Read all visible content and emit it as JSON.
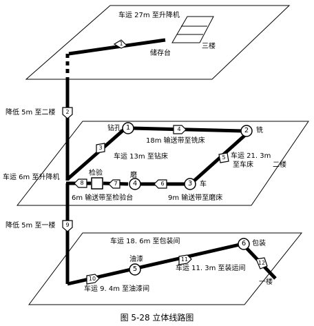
{
  "diagram": {
    "caption": "图 5-28  立体线路图",
    "floors": {
      "third": "三楼",
      "second": "二楼",
      "first": "一楼"
    },
    "labels": {
      "cart_27": "车运 27m 至升降机",
      "storage": "储存台",
      "lower_5_second": "降低 5m 至二楼",
      "drill_hole": "钻孔",
      "conveyor_18": "18m 输送带至铣床",
      "mill": "铣",
      "cart_13": "车运 13m 至钻床",
      "cart_21": "车运 21. 3m",
      "to_lathe": "至车床",
      "cart_6": "车运 6m 至升降机",
      "inspect": "检验",
      "grind": "磨",
      "lathe": "车",
      "conveyor_6": "6m 输送带至检验台",
      "conveyor_9": "9m 输送带至磨床",
      "lower_5_first": "降低 5m 至一楼",
      "cart_18": "车运 18. 6m 至包装间",
      "pack": "包装",
      "paint": "油漆",
      "cart_11": "车运 11. 3m 至装运间",
      "cart_9": "车运  9. 4m 至油漆间"
    },
    "operations": [
      "1",
      "2",
      "3",
      "4",
      "5",
      "6"
    ],
    "transports": [
      "1",
      "2",
      "3",
      "4",
      "5",
      "6",
      "7",
      "8",
      "9",
      "10",
      "11",
      "12"
    ]
  }
}
